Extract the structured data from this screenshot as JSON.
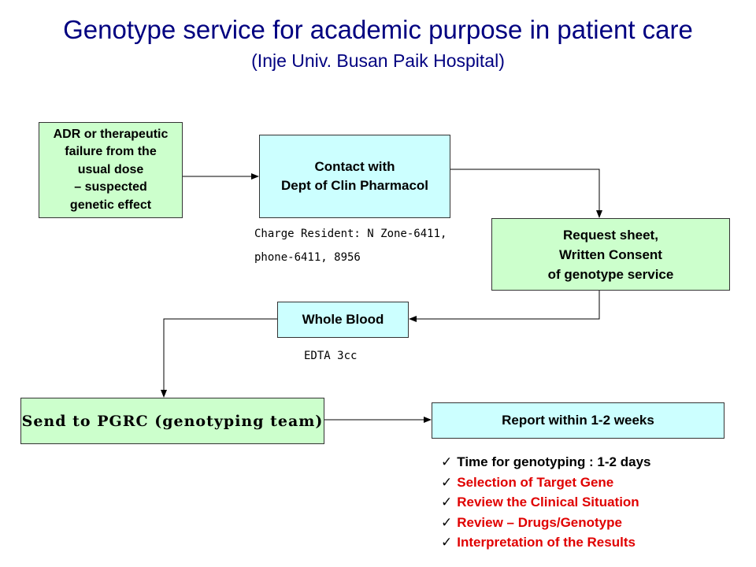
{
  "title": "Genotype service for academic purpose in patient care",
  "subtitle": "(Inje Univ. Busan Paik Hospital)",
  "boxes": {
    "adr": "ADR or therapeutic\nfailure from the\nusual dose\n– suspected\ngenetic effect",
    "contact": "Contact with\nDept of Clin Pharmacol",
    "request": "Request sheet,\nWritten Consent\nof genotype service",
    "blood": "Whole Blood",
    "pgrc": "Send to PGRC (genotyping team)",
    "report": "Report within 1-2 weeks"
  },
  "notes": {
    "charge": "Charge Resident: N Zone-6411,\nphone-6411, 8956",
    "edta": "EDTA 3cc"
  },
  "checklist": [
    {
      "text": "Time for genotyping : 1-2 days",
      "color": "#000000"
    },
    {
      "text": "Selection of Target Gene",
      "color": "#e00000"
    },
    {
      "text": "Review the Clinical Situation",
      "color": "#e00000"
    },
    {
      "text": "Review – Drugs/Genotype",
      "color": "#e00000"
    },
    {
      "text": "Interpretation of the Results",
      "color": "#e00000"
    }
  ],
  "colors": {
    "title": "#000080",
    "green_box": "#ccffcc",
    "cyan_box": "#ccffff",
    "highlight": "#e00000"
  }
}
